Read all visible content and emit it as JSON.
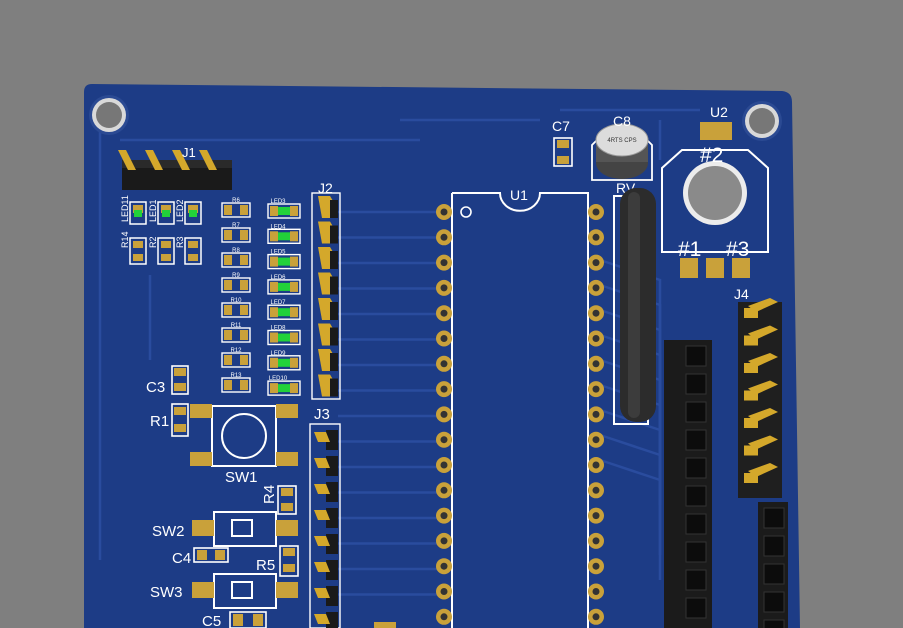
{
  "scene": {
    "background": "#7f7f7f",
    "board_color": "#1d3c86",
    "trace_color": "#2a4c9e",
    "silk_color": "#ffffff",
    "pad_color": "#c9a13a",
    "led_color": "#22d13a"
  },
  "labels": {
    "c7": "C7",
    "c8": "C8",
    "u2": "U2",
    "u2_pin2": "#2",
    "u2_pin1": "#1",
    "u2_pin3": "#3",
    "u1": "U1",
    "j1": "J1",
    "j2": "J2",
    "j3": "J3",
    "j4": "J4",
    "rv": "RV",
    "c3": "C3",
    "r1": "R1",
    "sw1": "SW1",
    "r4": "R4",
    "sw2": "SW2",
    "c4": "C4",
    "r5": "R5",
    "sw3": "SW3",
    "c5": "C5",
    "r14": "R14",
    "led11": "LED11",
    "led1": "LED1",
    "led2": "LED2",
    "r2": "R2",
    "r3": "R3",
    "cap_marking": "4RTS CPS"
  },
  "led_column": {
    "resistors": [
      "R6",
      "R7",
      "R8",
      "R9",
      "R10",
      "R11",
      "R12",
      "R13"
    ],
    "leds": [
      "LED3",
      "LED4",
      "LED5",
      "LED6",
      "LED7",
      "LED8",
      "LED9",
      "LED10"
    ]
  }
}
